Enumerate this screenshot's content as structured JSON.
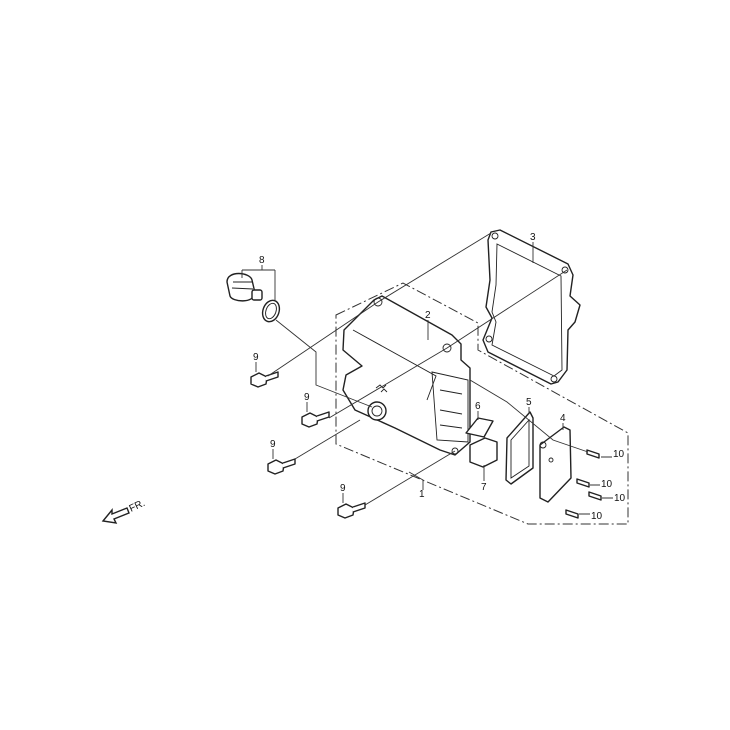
{
  "diagram": {
    "orientation_label": "FR.",
    "callouts": {
      "cover": "1",
      "cover_top": "2",
      "gasket": "3",
      "plate": "4",
      "plate_gasket": "5",
      "reed": "6",
      "filter": "7",
      "oil_cap": "8",
      "bolt_a": "9",
      "bolt_b": "9",
      "bolt_c": "9",
      "bolt_d": "9",
      "screw_a": "10",
      "screw_b": "10",
      "screw_c": "10",
      "screw_d": "10"
    }
  }
}
